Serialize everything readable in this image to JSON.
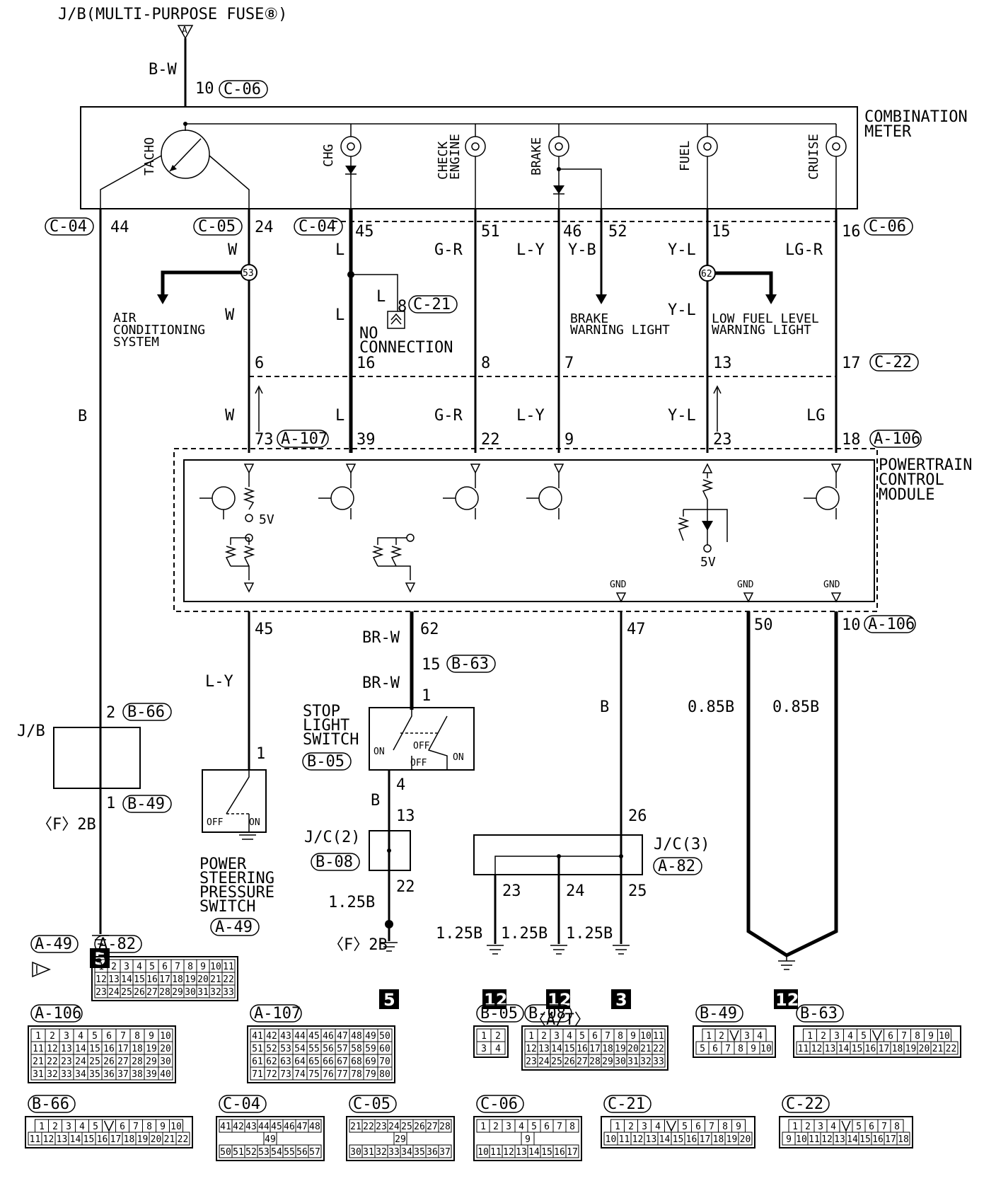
{
  "title": "J/B(MULTI-PURPOSE FUSE⑧)",
  "fuse_mark": "A",
  "top": {
    "wire": "B-W",
    "pin": "10",
    "conn": "C-06"
  },
  "meter": {
    "label1": "COMBINATION",
    "label2": "METER",
    "gauges": [
      "TACHO"
    ],
    "lamps": [
      {
        "name": "CHG"
      },
      {
        "name": "CHECK",
        "name2": "ENGINE"
      },
      {
        "name": "BRAKE"
      },
      {
        "name": "FUEL"
      },
      {
        "name": "CRUISE"
      }
    ]
  },
  "meter_pins": [
    {
      "conn": "C-04",
      "pin": "44"
    },
    {
      "conn": "C-05",
      "pin": "24"
    },
    {
      "conn": "C-04",
      "pin": "45"
    },
    {
      "pin": "51"
    },
    {
      "pin": "46"
    },
    {
      "pin": "52"
    },
    {
      "pin": "15"
    },
    {
      "pin": "16",
      "conn": "C-06"
    }
  ],
  "wires_upper": [
    "W",
    "L",
    "G-R",
    "L-Y",
    "Y-B",
    "Y-L",
    "LG-R"
  ],
  "splices": [
    "53",
    "62"
  ],
  "side_labels": {
    "ac1": "AIR",
    "ac2": "CONDITIONING",
    "ac3": "SYSTEM",
    "nc_wire": "L",
    "nc_pin": "8",
    "nc_conn": "C-21",
    "nc1": "NO",
    "nc2": "CONNECTION",
    "bw1": "BRAKE",
    "bw2": "WARNING LIGHT",
    "lf1": "LOW FUEL LEVEL",
    "lf2": "WARNING LIGHT",
    "w_mid": "W",
    "l_mid": "L",
    "yl_mid": "Y-L"
  },
  "c22": {
    "conn": "C-22",
    "pins": [
      "6",
      "16",
      "8",
      "7",
      "13",
      "17"
    ]
  },
  "wires_mid": [
    "W",
    "L",
    "G-R",
    "L-Y",
    "Y-L",
    "LG"
  ],
  "pcm_pins": [
    {
      "pin": "73",
      "conn": "A-107"
    },
    {
      "pin": "39"
    },
    {
      "pin": "22"
    },
    {
      "pin": "9"
    },
    {
      "pin": "23"
    },
    {
      "pin": "18",
      "conn": "A-106"
    }
  ],
  "pcm": {
    "label1": "POWERTRAIN",
    "label2": "CONTROL",
    "label3": "MODULE",
    "v1": "5V",
    "v2": "5V",
    "gnd": "GND"
  },
  "pcm_bottom_pins": [
    {
      "pin": "45"
    },
    {
      "pin": "62"
    },
    {
      "pin": "47"
    },
    {
      "pin": "50"
    },
    {
      "pin": "10",
      "conn": "A-106"
    }
  ],
  "left": {
    "wire": "B",
    "jb": "J/B",
    "pin_a": "2",
    "conn_a": "B-66",
    "pin_b": "1",
    "conn_b": "B-49",
    "fwire": "〈F〉2B",
    "ground": "5"
  },
  "ps": {
    "wire": "L-Y",
    "pin": "1",
    "off": "OFF",
    "on": "ON",
    "label1": "POWER",
    "label2": "STEERING",
    "label3": "PRESSURE",
    "label4": "SWITCH",
    "conn": "A-49"
  },
  "stop": {
    "wire_a": "BR-W",
    "pin15": "15",
    "conn15": "B-63",
    "wire_b": "BR-W",
    "pin1": "1",
    "label1": "STOP",
    "label2": "LIGHT",
    "label3": "SWITCH",
    "conn": "B-05",
    "on1": "ON",
    "off1": "OFF",
    "off2": "OFF",
    "on2": "ON",
    "pin4": "4",
    "wire_c": "B",
    "pin13": "13",
    "jc": "J/C(2)",
    "jc_conn": "B-08",
    "pin22": "22",
    "wire_d": "1.25B",
    "fwire": "〈F〉2B",
    "ground": "5"
  },
  "gnd": {
    "wire": "B",
    "pin26": "26",
    "jc": "J/C(3)",
    "jc_conn": "A-82",
    "pins": [
      "23",
      "24",
      "25"
    ],
    "wires": [
      "1.25B",
      "1.25B",
      "1.25B"
    ],
    "grounds": [
      "12",
      "12",
      "3"
    ],
    "at": "〈A/T〉",
    "wire50": "0.85B",
    "wire10": "0.85B",
    "ground4": "12"
  },
  "connectors": [
    {
      "id": "A-49",
      "rows": [],
      "note": "arrow"
    },
    {
      "id": "A-82",
      "rows": [
        [
          "1",
          "2",
          "3",
          "4",
          "5",
          "6",
          "7",
          "8",
          "9",
          "10",
          "11"
        ],
        [
          "12",
          "13",
          "14",
          "15",
          "16",
          "17",
          "18",
          "19",
          "20",
          "21",
          "22"
        ],
        [
          "23",
          "24",
          "25",
          "26",
          "27",
          "28",
          "29",
          "30",
          "31",
          "32",
          "33"
        ]
      ]
    },
    {
      "id": "A-106",
      "rows": [
        [
          "1",
          "2",
          "3",
          "4",
          "5",
          "6",
          "7",
          "8",
          "9",
          "10"
        ],
        [
          "11",
          "12",
          "13",
          "14",
          "15",
          "16",
          "17",
          "18",
          "19",
          "20"
        ],
        [
          "21",
          "22",
          "23",
          "24",
          "25",
          "26",
          "27",
          "28",
          "29",
          "30"
        ],
        [
          "31",
          "32",
          "33",
          "34",
          "35",
          "36",
          "37",
          "38",
          "39",
          "40"
        ]
      ]
    },
    {
      "id": "A-107",
      "rows": [
        [
          "41",
          "42",
          "43",
          "44",
          "45",
          "46",
          "47",
          "48",
          "49",
          "50"
        ],
        [
          "51",
          "52",
          "53",
          "54",
          "55",
          "56",
          "57",
          "58",
          "59",
          "60"
        ],
        [
          "61",
          "62",
          "63",
          "64",
          "65",
          "66",
          "67",
          "68",
          "69",
          "70"
        ],
        [
          "71",
          "72",
          "73",
          "74",
          "75",
          "76",
          "77",
          "78",
          "79",
          "80"
        ]
      ]
    },
    {
      "id": "B-05",
      "rows": [
        [
          "1",
          "2"
        ],
        [
          "3",
          "4"
        ]
      ]
    },
    {
      "id": "B-08",
      "rows": [
        [
          "1",
          "2",
          "3",
          "4",
          "5",
          "6",
          "7",
          "8",
          "9",
          "10",
          "11"
        ],
        [
          "12",
          "13",
          "14",
          "15",
          "16",
          "17",
          "18",
          "19",
          "20",
          "21",
          "22"
        ],
        [
          "23",
          "24",
          "25",
          "26",
          "27",
          "28",
          "29",
          "30",
          "31",
          "32",
          "33"
        ]
      ]
    },
    {
      "id": "B-49",
      "rows": [
        [
          "1",
          "2",
          "",
          "3",
          "4"
        ],
        [
          "5",
          "6",
          "7",
          "8",
          "9",
          "10"
        ]
      ]
    },
    {
      "id": "B-63",
      "rows": [
        [
          "1",
          "2",
          "3",
          "4",
          "5",
          "",
          "6",
          "7",
          "8",
          "9",
          "10"
        ],
        [
          "11",
          "12",
          "13",
          "14",
          "15",
          "16",
          "17",
          "18",
          "19",
          "20",
          "21",
          "22"
        ]
      ]
    },
    {
      "id": "B-66",
      "rows": [
        [
          "1",
          "2",
          "3",
          "4",
          "5",
          "",
          "6",
          "7",
          "8",
          "9",
          "10"
        ],
        [
          "11",
          "12",
          "13",
          "14",
          "15",
          "16",
          "17",
          "18",
          "19",
          "20",
          "21",
          "22"
        ]
      ]
    },
    {
      "id": "C-04",
      "rows": [
        [
          "41",
          "42",
          "43",
          "44",
          "45",
          "46",
          "47",
          "48"
        ],
        [
          "49"
        ],
        [
          "50",
          "51",
          "52",
          "53",
          "54",
          "55",
          "56",
          "57"
        ]
      ]
    },
    {
      "id": "C-05",
      "rows": [
        [
          "21",
          "22",
          "23",
          "24",
          "25",
          "26",
          "27",
          "28"
        ],
        [
          "29"
        ],
        [
          "30",
          "31",
          "32",
          "33",
          "34",
          "35",
          "36",
          "37"
        ]
      ]
    },
    {
      "id": "C-06",
      "rows": [
        [
          "1",
          "2",
          "3",
          "4",
          "5",
          "6",
          "7",
          "8"
        ],
        [
          "9"
        ],
        [
          "10",
          "11",
          "12",
          "13",
          "14",
          "15",
          "16",
          "17"
        ]
      ]
    },
    {
      "id": "C-21",
      "rows": [
        [
          "1",
          "2",
          "3",
          "4",
          "",
          "5",
          "6",
          "7",
          "8",
          "9"
        ],
        [
          "10",
          "11",
          "12",
          "13",
          "14",
          "15",
          "16",
          "17",
          "18",
          "19",
          "20"
        ]
      ]
    },
    {
      "id": "C-22",
      "rows": [
        [
          "1",
          "2",
          "3",
          "4",
          "",
          "5",
          "6",
          "7",
          "8"
        ],
        [
          "9",
          "10",
          "11",
          "12",
          "13",
          "14",
          "15",
          "16",
          "17",
          "18"
        ]
      ]
    }
  ]
}
